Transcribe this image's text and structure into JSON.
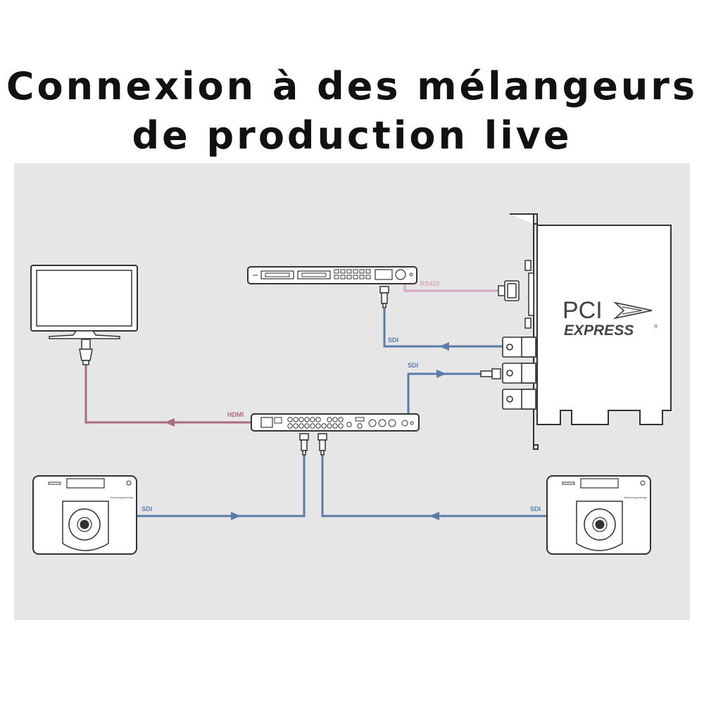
{
  "title": {
    "line1": "Connexion à des mélangeurs",
    "line2": "de production live"
  },
  "cables": {
    "rs422": "RS422",
    "sdi_top": "SDI",
    "sdi_mid": "SDI",
    "hdmi": "HDMI",
    "sdi_left": "SDI",
    "sdi_right": "SDI"
  },
  "pcie": {
    "line1": "PCI",
    "line2": "EXPRESS",
    "mark": "®"
  },
  "camera": {
    "brand": "Blackmagicdesign"
  },
  "colors": {
    "background_panel": "#e6e6e6",
    "sdi_cable": "#5b7baa",
    "hdmi_cable": "#a86b7f",
    "rs422_cable": "#d7a6c3",
    "device_stroke": "#333333"
  }
}
